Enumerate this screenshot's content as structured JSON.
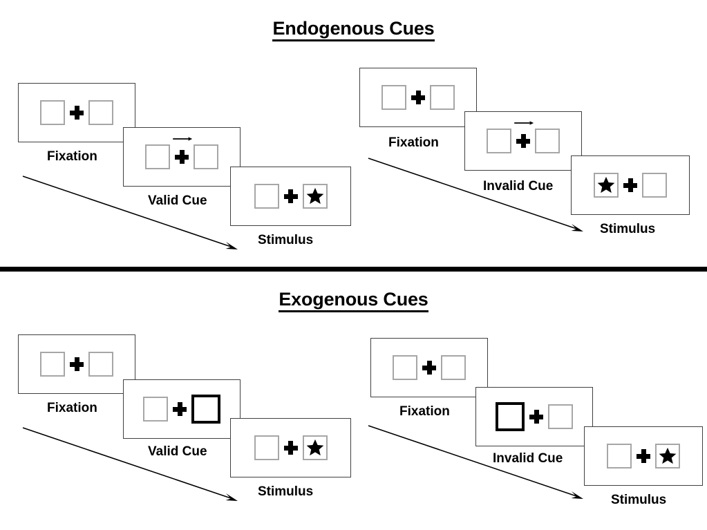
{
  "sections": [
    {
      "id": "endogenous",
      "title": "Endogenous Cues",
      "columns": [
        {
          "id": "endogenous-valid",
          "panels": [
            {
              "caption": "Fixation",
              "cue": "none",
              "left_content": "empty",
              "right_content": "empty"
            },
            {
              "caption": "Valid Cue",
              "cue": "arrow-right",
              "left_content": "empty",
              "right_content": "empty"
            },
            {
              "caption": "Stimulus",
              "cue": "none",
              "left_content": "empty",
              "right_content": "star"
            }
          ]
        },
        {
          "id": "endogenous-invalid",
          "panels": [
            {
              "caption": "Fixation",
              "cue": "none",
              "left_content": "empty",
              "right_content": "empty"
            },
            {
              "caption": "Invalid Cue",
              "cue": "arrow-right",
              "left_content": "empty",
              "right_content": "empty"
            },
            {
              "caption": "Stimulus",
              "cue": "none",
              "left_content": "star",
              "right_content": "empty"
            }
          ]
        }
      ]
    },
    {
      "id": "exogenous",
      "title": "Exogenous Cues",
      "columns": [
        {
          "id": "exogenous-valid",
          "panels": [
            {
              "caption": "Fixation",
              "cue": "none",
              "left_content": "empty",
              "right_content": "empty"
            },
            {
              "caption": "Valid Cue",
              "cue": "box-highlight-right",
              "left_content": "empty",
              "right_content": "empty"
            },
            {
              "caption": "Stimulus",
              "cue": "none",
              "left_content": "empty",
              "right_content": "star"
            }
          ]
        },
        {
          "id": "exogenous-invalid",
          "panels": [
            {
              "caption": "Fixation",
              "cue": "none",
              "left_content": "empty",
              "right_content": "empty"
            },
            {
              "caption": "Invalid Cue",
              "cue": "box-highlight-left",
              "left_content": "empty",
              "right_content": "empty"
            },
            {
              "caption": "Stimulus",
              "cue": "none",
              "left_content": "empty",
              "right_content": "star"
            }
          ]
        }
      ]
    }
  ],
  "labels": {
    "endogenous_title": "Endogenous Cues",
    "exogenous_title": "Exogenous Cues",
    "fixation": "Fixation",
    "valid_cue": "Valid Cue",
    "invalid_cue": "Invalid Cue",
    "stimulus": "Stimulus"
  },
  "colors": {
    "background": "#ffffff",
    "foreground": "#000000",
    "frame_border": "#3f3f3f",
    "box_border": "#a6a6a6",
    "cued_box_border": "#000000",
    "divider": "#000000"
  },
  "icons": {
    "fixation_cross": "plus-icon",
    "cue_arrow": "arrow-right-icon",
    "target": "star-icon",
    "time_flow": "time-arrow-icon"
  }
}
